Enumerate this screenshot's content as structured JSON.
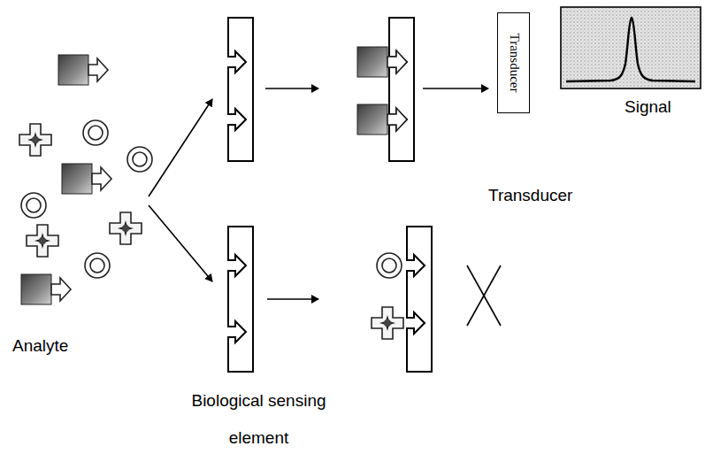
{
  "diagram": {
    "nodes": [
      {
        "text": [
          "Transducer"
        ]
      }
    ],
    "labels": [
      "Analyte",
      "Biological sensing element",
      "Transducer",
      "Signal"
    ]
  }
}
